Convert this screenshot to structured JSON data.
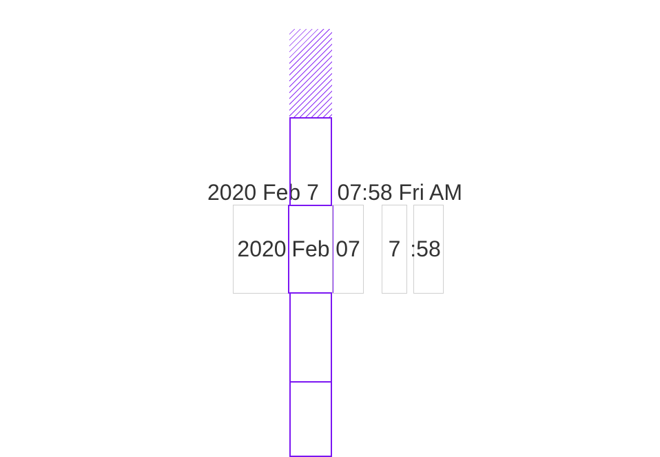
{
  "summary": {
    "text": "2020 Feb 7   07:58 Fri AM"
  },
  "picker": {
    "year": "2020",
    "month": "Feb",
    "day": "07",
    "hour": "7",
    "minute": ":58"
  },
  "colors": {
    "accent": "#7b16f2",
    "frame": "#cfcfcf",
    "text": "#333333"
  }
}
